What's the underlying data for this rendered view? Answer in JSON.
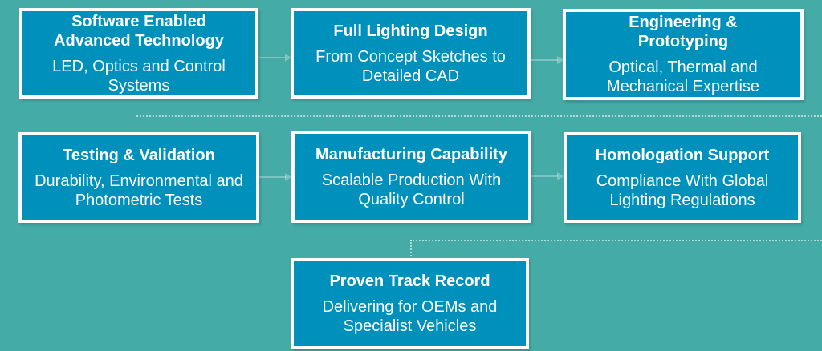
{
  "colors": {
    "background": "#45ABA6",
    "card_fill": "#0090BC",
    "card_border": "#FFFFFF",
    "text": "#FFFFFF"
  },
  "decor": {
    "flow_arrow_icon": "→",
    "row_connector_style": "dotted"
  },
  "cards": [
    {
      "title": "Software Enabled Advanced Technology",
      "description": "LED, Optics and Control Systems"
    },
    {
      "title": "Full Lighting Design",
      "description": "From Concept Sketches to Detailed CAD"
    },
    {
      "title": "Engineering & Prototyping",
      "description": "Optical, Thermal and Mechanical Expertise"
    },
    {
      "title": "Testing & Validation",
      "description": "Durability, Environmental and Photometric Tests"
    },
    {
      "title": "Manufacturing Capability",
      "description": "Scalable Production With Quality Control"
    },
    {
      "title": "Homologation Support",
      "description": "Compliance With Global Lighting Regulations"
    },
    {
      "title": "Proven Track Record",
      "description": "Delivering for OEMs and Specialist Vehicles"
    }
  ]
}
